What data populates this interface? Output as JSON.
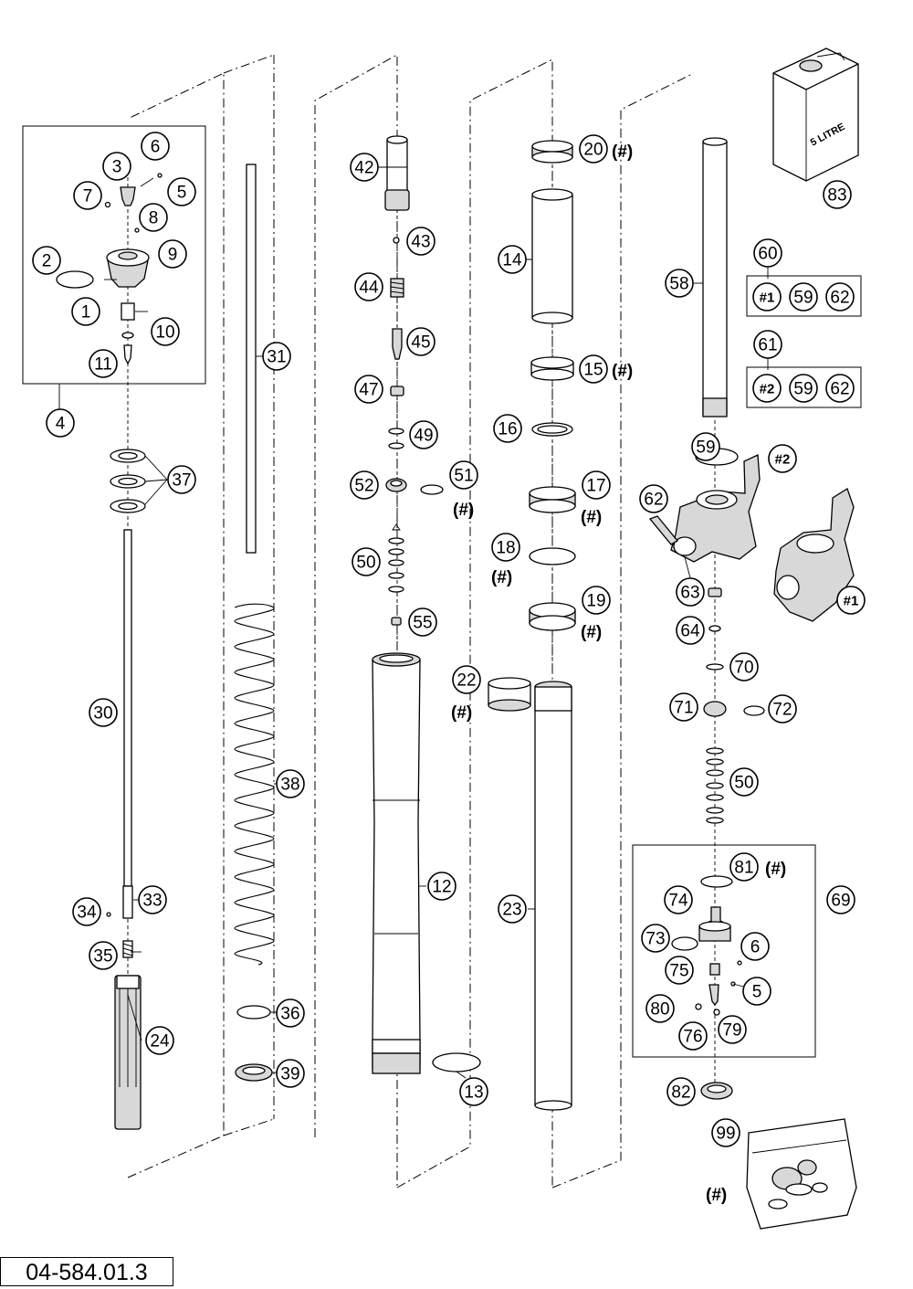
{
  "drawing_number": "04-584.01.3",
  "oil_can_label": "5 LITRE",
  "note_mark": "(#)",
  "callouts": [
    {
      "id": "c1",
      "label": "1"
    },
    {
      "id": "c2",
      "label": "2"
    },
    {
      "id": "c3",
      "label": "3"
    },
    {
      "id": "c4",
      "label": "4"
    },
    {
      "id": "c5a",
      "label": "5"
    },
    {
      "id": "c6a",
      "label": "6"
    },
    {
      "id": "c7",
      "label": "7"
    },
    {
      "id": "c8",
      "label": "8"
    },
    {
      "id": "c9",
      "label": "9"
    },
    {
      "id": "c10",
      "label": "10"
    },
    {
      "id": "c11",
      "label": "11"
    },
    {
      "id": "c12",
      "label": "12"
    },
    {
      "id": "c13",
      "label": "13"
    },
    {
      "id": "c14",
      "label": "14"
    },
    {
      "id": "c15",
      "label": "15"
    },
    {
      "id": "c16",
      "label": "16"
    },
    {
      "id": "c17",
      "label": "17"
    },
    {
      "id": "c18",
      "label": "18"
    },
    {
      "id": "c19",
      "label": "19"
    },
    {
      "id": "c20",
      "label": "20"
    },
    {
      "id": "c22",
      "label": "22"
    },
    {
      "id": "c23",
      "label": "23"
    },
    {
      "id": "c24",
      "label": "24"
    },
    {
      "id": "c30",
      "label": "30"
    },
    {
      "id": "c31",
      "label": "31"
    },
    {
      "id": "c33",
      "label": "33"
    },
    {
      "id": "c34",
      "label": "34"
    },
    {
      "id": "c35",
      "label": "35"
    },
    {
      "id": "c36",
      "label": "36"
    },
    {
      "id": "c37",
      "label": "37"
    },
    {
      "id": "c38",
      "label": "38"
    },
    {
      "id": "c39",
      "label": "39"
    },
    {
      "id": "c42",
      "label": "42"
    },
    {
      "id": "c43",
      "label": "43"
    },
    {
      "id": "c44",
      "label": "44"
    },
    {
      "id": "c45",
      "label": "45"
    },
    {
      "id": "c47",
      "label": "47"
    },
    {
      "id": "c49",
      "label": "49"
    },
    {
      "id": "c50a",
      "label": "50"
    },
    {
      "id": "c51",
      "label": "51"
    },
    {
      "id": "c52",
      "label": "52"
    },
    {
      "id": "c55",
      "label": "55"
    },
    {
      "id": "c58",
      "label": "58"
    },
    {
      "id": "c59a",
      "label": "59"
    },
    {
      "id": "c60",
      "label": "60"
    },
    {
      "id": "c61",
      "label": "61"
    },
    {
      "id": "c62a",
      "label": "62"
    },
    {
      "id": "c63",
      "label": "63"
    },
    {
      "id": "c64",
      "label": "64"
    },
    {
      "id": "c69",
      "label": "69"
    },
    {
      "id": "c70",
      "label": "70"
    },
    {
      "id": "c71",
      "label": "71"
    },
    {
      "id": "c72",
      "label": "72"
    },
    {
      "id": "c50b",
      "label": "50"
    },
    {
      "id": "c73",
      "label": "73"
    },
    {
      "id": "c74",
      "label": "74"
    },
    {
      "id": "c75",
      "label": "75"
    },
    {
      "id": "c6b",
      "label": "6"
    },
    {
      "id": "c5b",
      "label": "5"
    },
    {
      "id": "c76",
      "label": "76"
    },
    {
      "id": "c79",
      "label": "79"
    },
    {
      "id": "c80",
      "label": "80"
    },
    {
      "id": "c81",
      "label": "81"
    },
    {
      "id": "c82",
      "label": "82"
    },
    {
      "id": "c83",
      "label": "83"
    },
    {
      "id": "c99",
      "label": "99"
    },
    {
      "id": "k60-1",
      "label": "#1"
    },
    {
      "id": "k60-59",
      "label": "59"
    },
    {
      "id": "k60-62",
      "label": "62"
    },
    {
      "id": "k61-2",
      "label": "#2"
    },
    {
      "id": "k61-59",
      "label": "59"
    },
    {
      "id": "k61-62",
      "label": "62"
    },
    {
      "id": "cb1",
      "label": "#1"
    },
    {
      "id": "cb2",
      "label": "#2"
    }
  ]
}
